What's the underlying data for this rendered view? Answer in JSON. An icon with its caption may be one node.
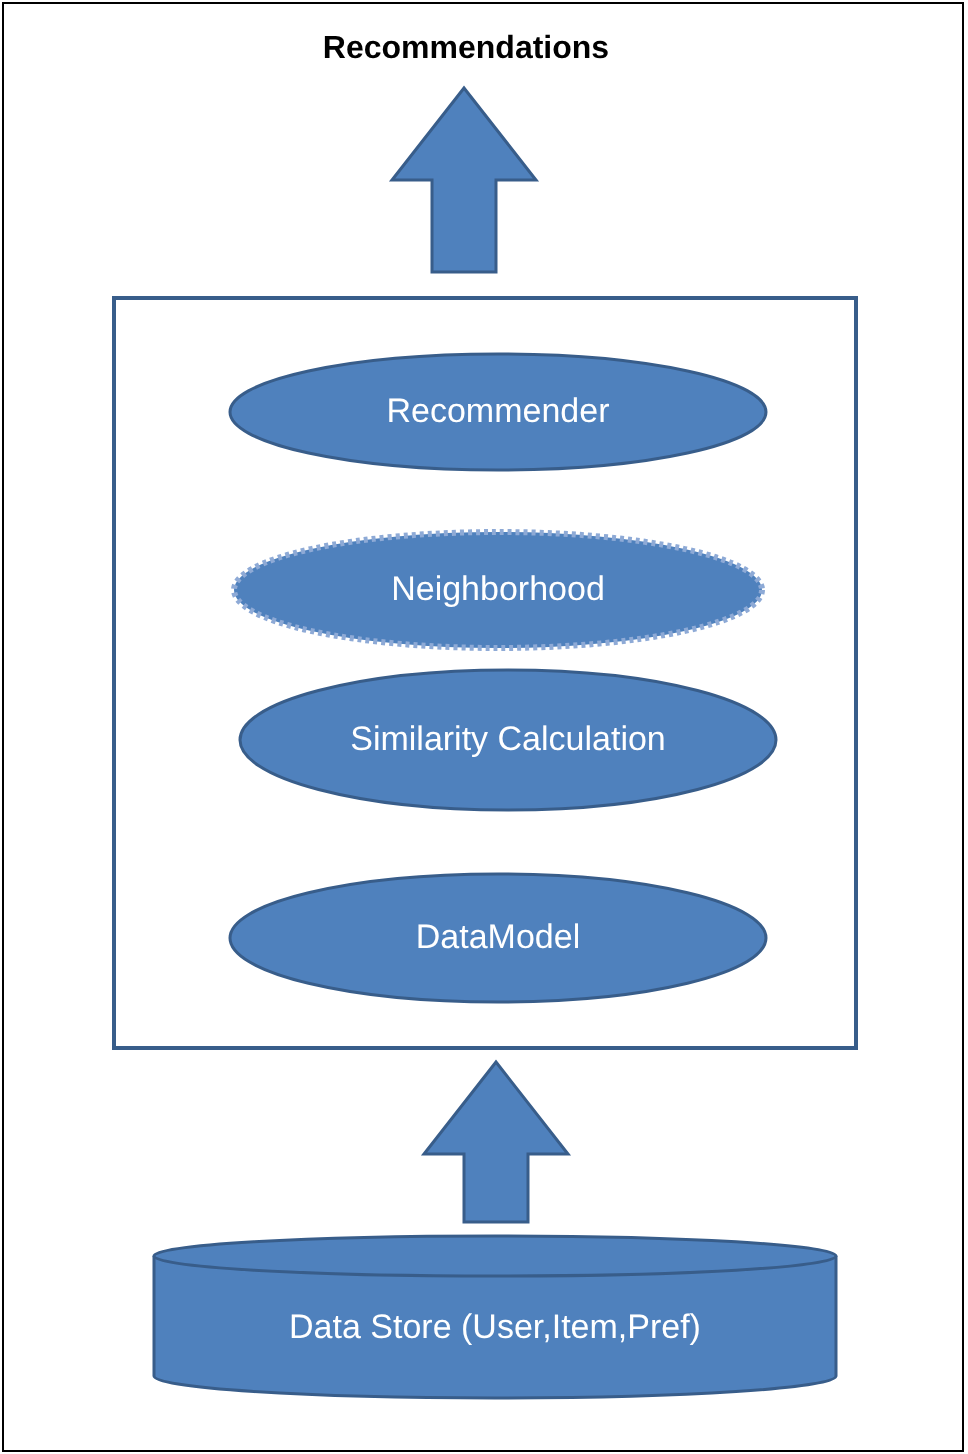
{
  "diagram": {
    "nodes": [
      {
        "text": [
          "Recommendations"
        ]
      },
      {
        "text": [],
        "shape": "box"
      },
      {
        "text": [
          "Recommender"
        ],
        "in": 1
      },
      {
        "text": [
          "Neighborhood"
        ],
        "in": 1
      },
      {
        "text": [
          "Similarity Calculation"
        ],
        "in": 1
      },
      {
        "text": [
          "DataModel"
        ],
        "in": 1
      },
      {
        "text": [
          "Data Store (User,Item,Pref)"
        ]
      }
    ],
    "edges": [
      {
        "from": 1,
        "to": 0,
        "arrow": "to",
        "style": "thick"
      },
      {
        "from": 6,
        "to": 1,
        "arrow": "to",
        "style": "thick"
      }
    ]
  }
}
